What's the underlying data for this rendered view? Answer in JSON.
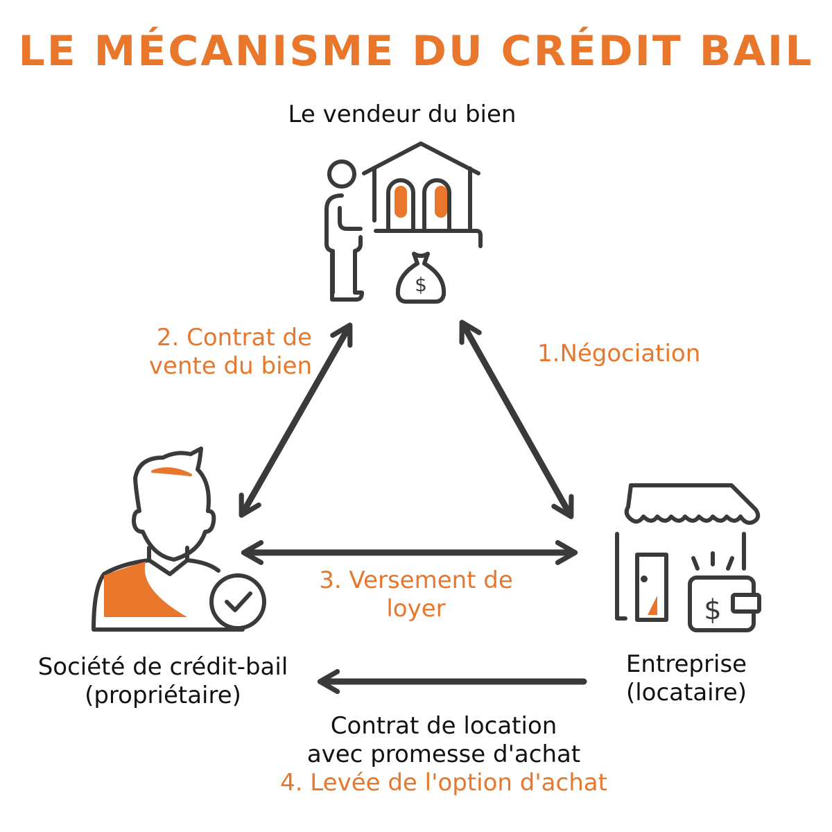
{
  "title": "LE MÉCANISME DU CRÉDIT BAIL",
  "colors": {
    "accent": "#E8762B",
    "stroke": "#3a3a3a",
    "text": "#111111"
  },
  "nodes": {
    "seller": {
      "label": "Le vendeur du bien",
      "icon": "seller-house-money-icon"
    },
    "leasing_company": {
      "line1": "Société de crédit-bail",
      "line2": "(propriétaire)",
      "icon": "person-check-icon"
    },
    "company": {
      "line1": "Entreprise",
      "line2": "(locataire)",
      "icon": "shop-wallet-icon"
    }
  },
  "steps": {
    "negotiation": "1.Négociation",
    "sale_contract": {
      "line1": "2. Contrat de",
      "line2": "vente du bien"
    },
    "rent": {
      "line1": "3. Versement de",
      "line2": "loyer"
    },
    "lease_contract": {
      "line1": "Contrat de location",
      "line2": "avec promesse d'achat"
    },
    "purchase_option": "4. Levée de l'option d'achat"
  }
}
